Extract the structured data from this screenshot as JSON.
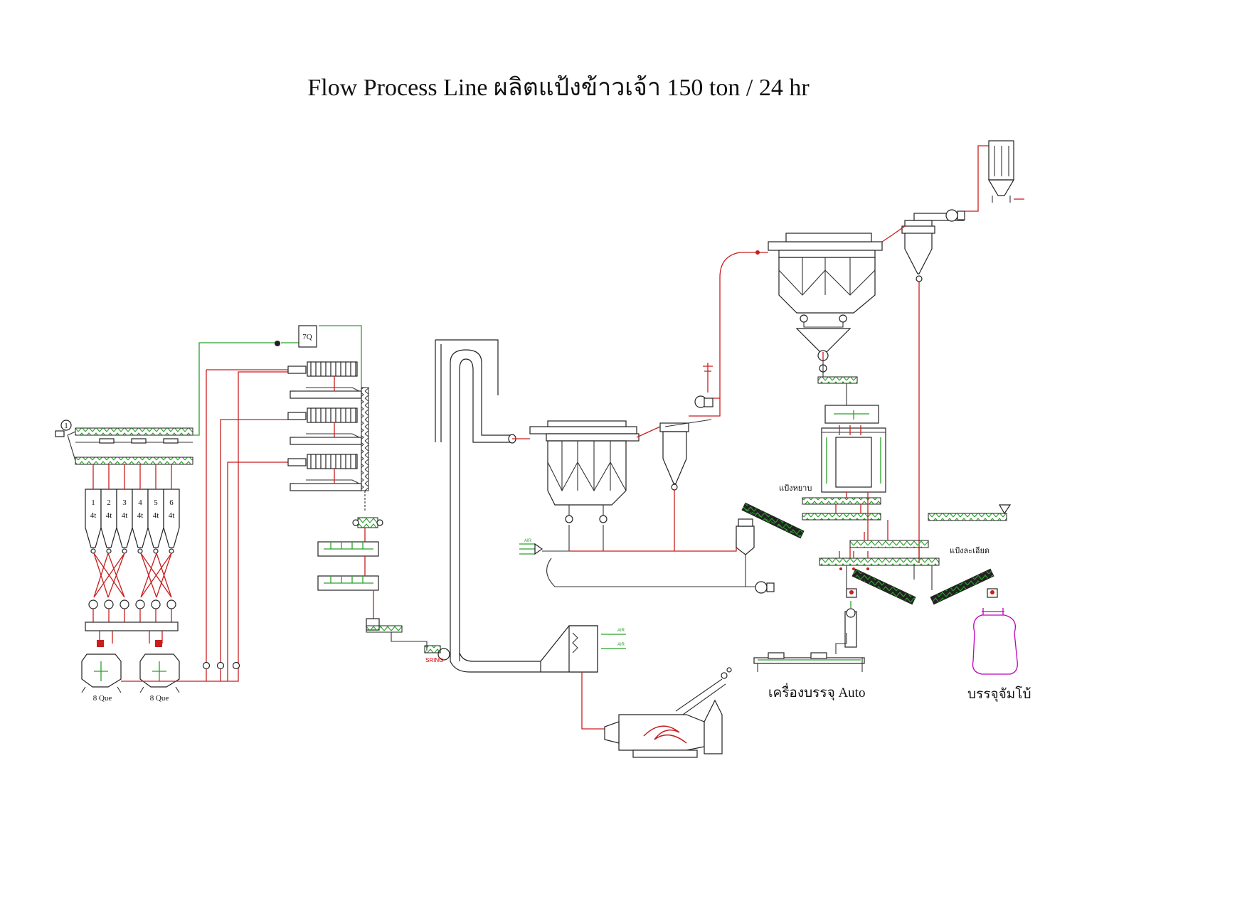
{
  "title": "Flow Process Line ผลิตแป้งข้าวเจ้า 150 ton / 24 hr",
  "tank_numbers": [
    "1",
    "2",
    "3",
    "4",
    "5",
    "6"
  ],
  "tank_capacity": "4t",
  "soak_tank_labels": [
    "8 Que",
    "8 Que"
  ],
  "pump_label": "7Q",
  "valve_label": "1",
  "spring_label": "SRING",
  "air_labels": [
    "AIR",
    "AIR",
    "AIR"
  ],
  "coarse_flour_label": "แป้งหยาบ",
  "fine_flour_label": "แป้งละเอียด",
  "auto_packer_label": "เครื่องบรรจุ Auto",
  "bag_packing_label": "บรรจุจัมโบ้",
  "colors": {
    "product_line": "#c81e1e",
    "water_line": "#2aa02a",
    "equipment": "#222222",
    "bag": "#c000c0"
  }
}
